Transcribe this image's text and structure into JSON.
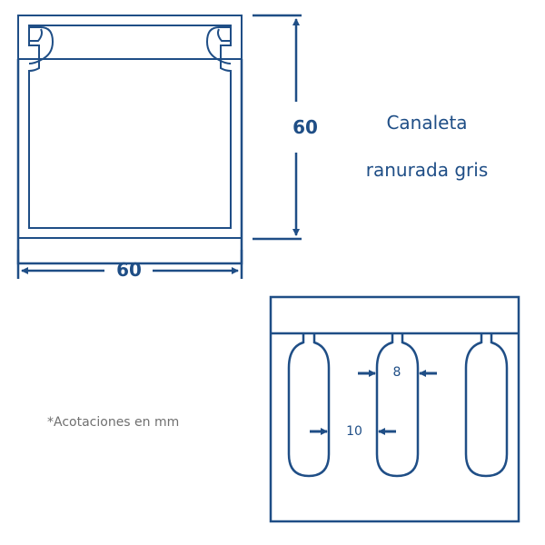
{
  "title": {
    "line1": "Canaleta",
    "line2": "ranurada gris"
  },
  "note": "*Acotaciones en mm",
  "dimensions": {
    "height": "60",
    "width": "60",
    "slot_width": "8",
    "slot_spacing": "10"
  },
  "colors": {
    "stroke": "#1f4e86",
    "note_text": "#707070",
    "background": "#ffffff"
  }
}
